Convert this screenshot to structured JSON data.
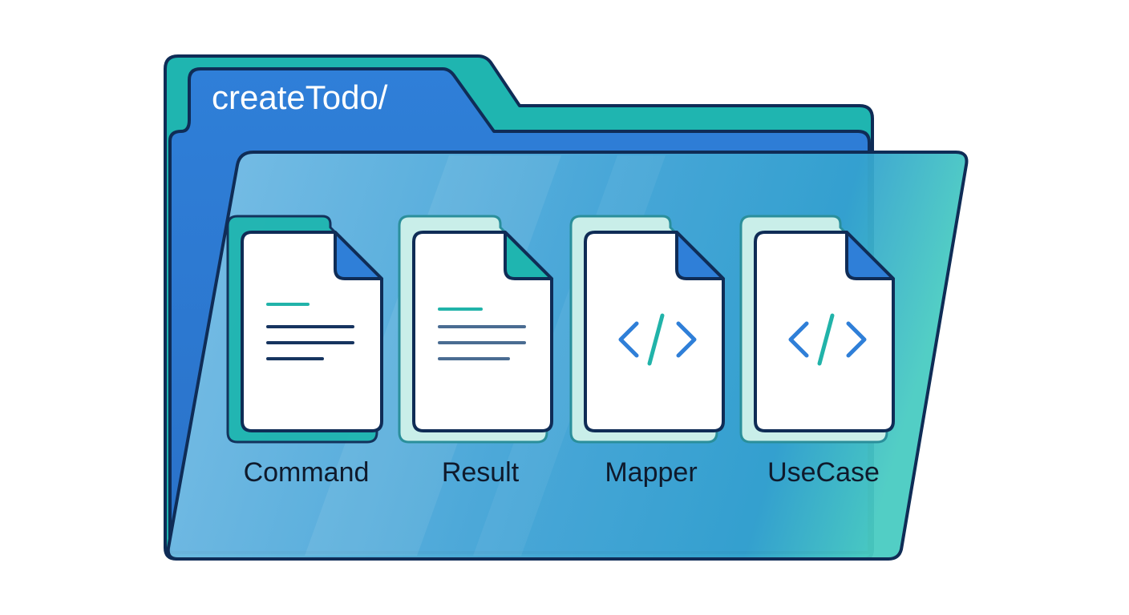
{
  "folder": {
    "name": "createTodo/"
  },
  "files": [
    {
      "label": "Command",
      "kind": "text-document",
      "icon": "document-lines-icon"
    },
    {
      "label": "Result",
      "kind": "text-document",
      "icon": "document-lines-icon"
    },
    {
      "label": "Mapper",
      "kind": "code-file",
      "icon": "code-brackets-icon"
    },
    {
      "label": "UseCase",
      "kind": "code-file",
      "icon": "code-brackets-icon"
    }
  ],
  "colors": {
    "outline": "#0f2c56",
    "folder_blue": "#2f7fd8",
    "folder_teal": "#1fb5b0",
    "front_light": "#7dc0e6",
    "front_mid": "#3ea8d6",
    "front_teal": "#4ccfc3",
    "accent_teal": "#21b3a9",
    "accent_blue": "#2f7fd8",
    "line_dark": "#16345f",
    "line_mid": "#4a6c92"
  }
}
